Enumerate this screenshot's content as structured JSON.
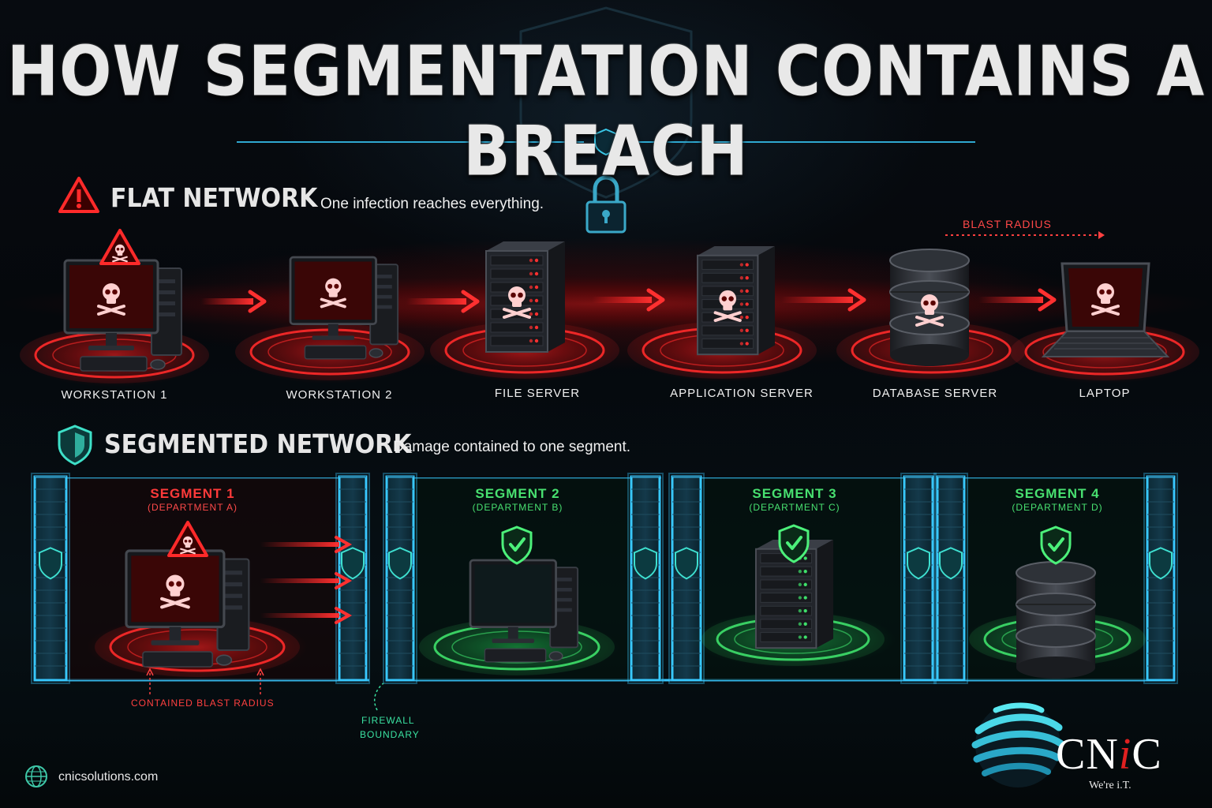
{
  "title": "HOW SEGMENTATION CONTAINS A BREACH",
  "flat": {
    "heading": "FLAT NETWORK",
    "subtitle": "One infection reaches everything.",
    "blast_label": "BLAST RADIUS",
    "devices": [
      {
        "label": "WORKSTATION 1",
        "icon": "workstation-icon"
      },
      {
        "label": "WORKSTATION 2",
        "icon": "workstation-icon"
      },
      {
        "label": "FILE SERVER",
        "icon": "server-icon"
      },
      {
        "label": "APPLICATION SERVER",
        "icon": "server-icon"
      },
      {
        "label": "DATABASE SERVER",
        "icon": "database-icon"
      },
      {
        "label": "LAPTOP",
        "icon": "laptop-icon"
      }
    ],
    "status": "infected"
  },
  "segmented": {
    "heading": "SEGMENTED NETWORK",
    "subtitle": "Damage contained to one segment.",
    "segments": [
      {
        "title": "SEGMENT 1",
        "dept": "(DEPARTMENT A)",
        "status": "infected",
        "icon": "workstation-icon"
      },
      {
        "title": "SEGMENT 2",
        "dept": "(DEPARTMENT B)",
        "status": "protected",
        "icon": "workstation-icon"
      },
      {
        "title": "SEGMENT 3",
        "dept": "(DEPARTMENT C)",
        "status": "protected",
        "icon": "server-icon"
      },
      {
        "title": "SEGMENT 4",
        "dept": "(DEPARTMENT D)",
        "status": "protected",
        "icon": "database-icon"
      }
    ],
    "contained_label": "CONTAINED BLAST RADIUS",
    "firewall_label_1": "FIREWALL",
    "firewall_label_2": "BOUNDARY"
  },
  "footer": {
    "website": "cnicsolutions.com",
    "logo_text_a": "CN",
    "logo_text_i": "i",
    "logo_text_c": "C",
    "logo_tagline": "We're i.T."
  },
  "colors": {
    "infected": "#ff2a2a",
    "protected": "#3ee06a",
    "firewall": "#38c8ff",
    "title": "#e8e8e8"
  }
}
